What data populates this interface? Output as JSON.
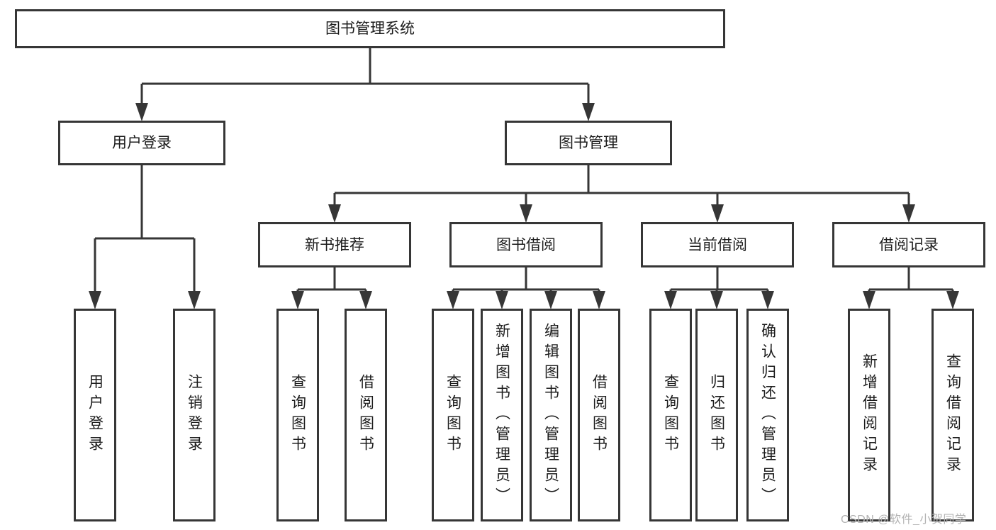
{
  "diagram": {
    "type": "tree-structure-chart",
    "colors": {
      "line": "#363636",
      "box_border": "#363636",
      "box_fill": "#ffffff",
      "text": "#1c1c1c",
      "watermark": "#b3b3b3"
    },
    "nodes": {
      "root": "图书管理系统",
      "user_login": "用户登录",
      "book_mgmt": "图书管理",
      "new_book_rec": "新书推荐",
      "book_borrow": "图书借阅",
      "current_borrow": "当前借阅",
      "borrow_records": "借阅记录",
      "leaf_user_login": "用户登录",
      "leaf_logout": "注销登录",
      "leaf_rec_query_book": "查询图书",
      "leaf_rec_borrow_book": "借阅图书",
      "leaf_bb_query_book": "查询图书",
      "leaf_bb_add_book": "新增图书（管理员）",
      "leaf_bb_edit_book": "编辑图书（管理员）",
      "leaf_bb_borrow_book": "借阅图书",
      "leaf_cb_query_book": "查询图书",
      "leaf_cb_return_book": "归还图书",
      "leaf_cb_confirm_return": "确认归还（管理员）",
      "leaf_br_add_record": "新增借阅记录",
      "leaf_br_query_record": "查询借阅记录"
    },
    "edges": [
      "root -> user_login",
      "root -> book_mgmt",
      "user_login -> leaf_user_login",
      "user_login -> leaf_logout",
      "book_mgmt -> new_book_rec",
      "book_mgmt -> book_borrow",
      "book_mgmt -> current_borrow",
      "book_mgmt -> borrow_records",
      "new_book_rec -> leaf_rec_query_book",
      "new_book_rec -> leaf_rec_borrow_book",
      "book_borrow -> leaf_bb_query_book",
      "book_borrow -> leaf_bb_add_book",
      "book_borrow -> leaf_bb_edit_book",
      "book_borrow -> leaf_bb_borrow_book",
      "current_borrow -> leaf_cb_query_book",
      "current_borrow -> leaf_cb_return_book",
      "current_borrow -> leaf_cb_confirm_return",
      "borrow_records -> leaf_br_add_record",
      "borrow_records -> leaf_br_query_record"
    ],
    "watermark": "CSDN @软件_小贺同学"
  }
}
